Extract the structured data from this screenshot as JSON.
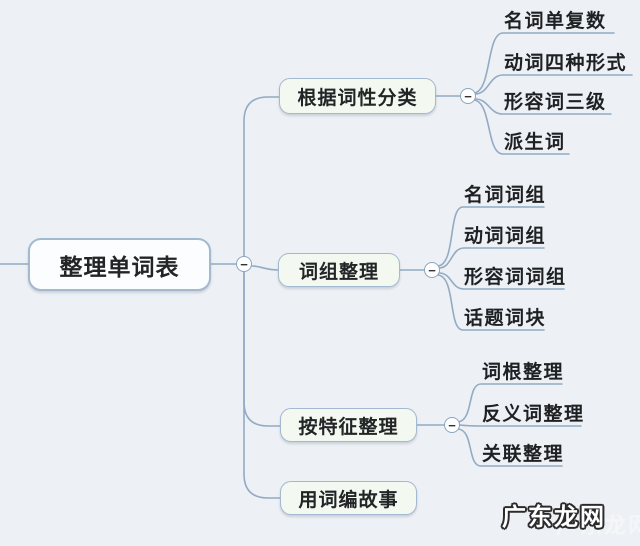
{
  "ui": {
    "collapse_glyph": "−",
    "line_color": "#92abc4",
    "background_color": "#edf0f4",
    "root_fill": "#fbfdfe",
    "branch_fill": "#f3f8f0",
    "text_color": "#222426"
  },
  "root": {
    "label": "整理单词表"
  },
  "branches": [
    {
      "label": "根据词性分类",
      "children": [
        "名词单复数",
        "动词四种形式",
        "形容词三级",
        "派生词"
      ]
    },
    {
      "label": "词组整理",
      "children": [
        "名词词组",
        "动词词组",
        "形容词词组",
        "话题词块"
      ]
    },
    {
      "label": "按特征整理",
      "children": [
        "词根整理",
        "反义词整理",
        "关联整理"
      ]
    },
    {
      "label": "用词编故事",
      "children": []
    }
  ],
  "watermark": {
    "text": "广东龙网"
  }
}
